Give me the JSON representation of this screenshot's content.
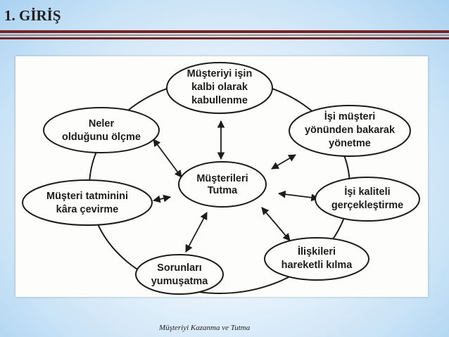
{
  "slide": {
    "title": "1. GİRİŞ",
    "footer": "Müşteriyi Kazanma ve Tutma"
  },
  "diagram": {
    "center": {
      "lines": [
        "Müşterileri",
        "Tutma"
      ]
    },
    "nodes": [
      {
        "id": "top",
        "lines": [
          "Müşteriyi işin",
          "kalbi olarak",
          "kabullenme"
        ]
      },
      {
        "id": "top-right",
        "lines": [
          "İşi müşteri",
          "yönünden bakarak",
          "yönetme"
        ]
      },
      {
        "id": "right",
        "lines": [
          "İşi kaliteli",
          "gerçekleştirme"
        ]
      },
      {
        "id": "bottom-right",
        "lines": [
          "İlişkileri",
          "hareketli kılma"
        ]
      },
      {
        "id": "bottom",
        "lines": [
          "Sorunları",
          "yumuşatma"
        ]
      },
      {
        "id": "left",
        "lines": [
          "Müşteri tatminini",
          "kâra çevirme"
        ]
      },
      {
        "id": "top-left",
        "lines": [
          "Neler",
          "olduğunu ölçme"
        ]
      }
    ]
  }
}
